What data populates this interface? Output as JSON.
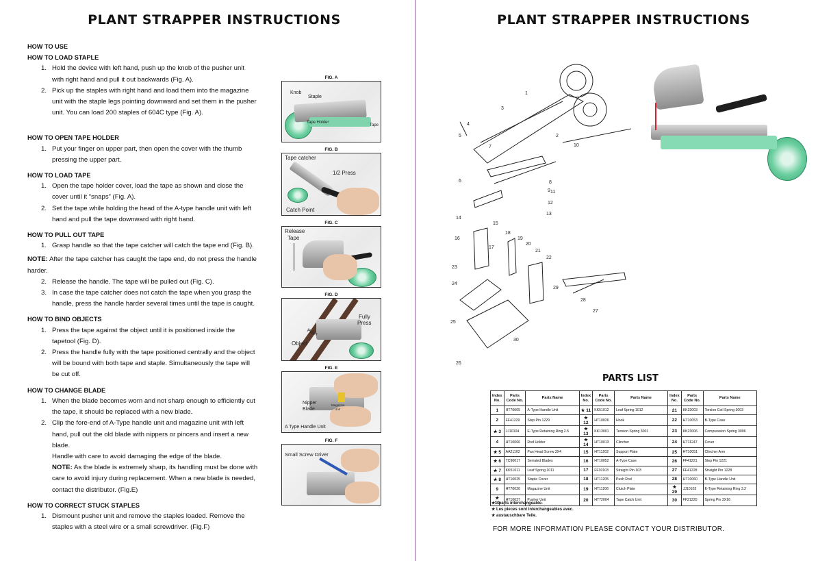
{
  "left_title": "PLANT STRAPPER INSTRUCTIONS",
  "right_title": "PLANT STRAPPER INSTRUCTIONS",
  "how_to_use": "HOW TO USE",
  "sections": {
    "load_staple": {
      "heading": "HOW TO LOAD STAPLE",
      "items": [
        {
          "num": "1.",
          "lines": [
            "Hold the device with left hand, push up the knob of the pusher unit",
            "with right hand and pull it out backwards (Fig. A)."
          ]
        },
        {
          "num": "2.",
          "lines": [
            "Pick up the staples with right hand and load them into the magazine",
            "unit with the staple legs pointing downward and set them in the pusher",
            "unit. You can load 200 staples of 604C type  (Fig. A)."
          ]
        }
      ]
    },
    "open_tape_holder": {
      "heading": "HOW TO OPEN TAPE HOLDER",
      "items": [
        {
          "num": "1.",
          "lines": [
            "Put your finger on upper part, then open the cover with the thumb",
            "pressing the upper part."
          ]
        }
      ]
    },
    "load_tape": {
      "heading": "HOW TO LOAD TAPE",
      "items": [
        {
          "num": "1.",
          "lines": [
            "Open the tape holder cover, load the tape as shown and close the",
            "cover until it “snaps” (Fig. A)."
          ]
        },
        {
          "num": "2.",
          "lines": [
            "Set the tape while holding the head of the A-type handle unit with left",
            "hand and pull the tape downward with right hand."
          ]
        }
      ]
    },
    "pull_out_tape": {
      "heading": "HOW TO PULL OUT TAPE",
      "items": [
        {
          "num": "1.",
          "lines": [
            "Grasp handle so that the tape catcher will catch the tape end (Fig. B)."
          ]
        }
      ],
      "note_label": "NOTE:",
      "note_lines": [
        " After the tape catcher has caught the tape end, do not press the handle",
        "harder."
      ],
      "items_after": [
        {
          "num": "2.",
          "lines": [
            "Release the handle. The tape will be pulled out (Fig. C)."
          ]
        },
        {
          "num": "3.",
          "lines": [
            "In case the tape catcher does not catch the tape when you grasp the",
            "handle, press the handle harder several times until the tape is caught."
          ]
        }
      ]
    },
    "bind_objects": {
      "heading": "HOW TO BIND OBJECTS",
      "items": [
        {
          "num": "1.",
          "lines": [
            "Press the tape against the object until it is positioned inside the",
            "tapetool (Fig. D)."
          ]
        },
        {
          "num": "2.",
          "lines": [
            "Press the handle fully with the tape positioned centrally and the object",
            "will be bound with both tape and staple. Simultaneously the tape will",
            "be cut off."
          ]
        }
      ]
    },
    "change_blade": {
      "heading": "HOW TO CHANGE BLADE",
      "items": [
        {
          "num": "1.",
          "lines": [
            "When the blade becomes worn and not sharp enough to efficiently cut",
            "the tape, it should be replaced with a new blade."
          ]
        },
        {
          "num": "2.",
          "lines": [
            "Clip the fore-end of A-Type handle unit and magazine unit with left",
            "hand, pull out the old blade with nippers or pincers and insert a new",
            "blade."
          ]
        }
      ],
      "extra_line": "Handle with care to avoid damaging the edge of the blade.",
      "note_label": "NOTE:",
      "note_lines": [
        " As the blade is extremely sharp, its handling must be done with",
        "care to avoid injury during replacement. When a new blade is needed,",
        "contact the distributor. (Fig.E)"
      ]
    },
    "stuck_staples": {
      "heading": "HOW TO CORRECT STUCK STAPLES",
      "items": [
        {
          "num": "1.",
          "lines": [
            "Dismount pusher unit and remove the staples loaded. Remove the",
            "staples with a steel wire or a small screwdriver. (Fig.F)"
          ]
        }
      ]
    }
  },
  "figures": {
    "a": {
      "label": "FIG. A",
      "tags": [
        "Knob",
        "Staple",
        "Tape Holder",
        "Tape"
      ]
    },
    "b": {
      "label": "FIG. B",
      "tags": [
        "Tape catcher",
        "1/2 Press",
        "Catch Point"
      ]
    },
    "c": {
      "label": "FIG. C",
      "tags": [
        "Release",
        "Tape"
      ]
    },
    "d": {
      "label": "FIG. D",
      "tags": [
        "Fully",
        "Press",
        "Push",
        "Object"
      ]
    },
    "e": {
      "label": "FIG. E",
      "tags": [
        "Nipper",
        "Blade",
        "Magazine",
        "Unit",
        "A Type Handle Unit"
      ]
    },
    "f": {
      "label": "FIG. F",
      "tags": [
        "Small Screw Driver"
      ]
    }
  },
  "diagram_numbers": [
    "1",
    "2",
    "3",
    "4",
    "5",
    "6",
    "7",
    "8",
    "9",
    "10",
    "11",
    "12",
    "13",
    "14",
    "15",
    "16",
    "17",
    "18",
    "19",
    "20",
    "21",
    "22",
    "23",
    "24",
    "25",
    "26",
    "27",
    "28",
    "29",
    "30"
  ],
  "parts_list": {
    "title": "PARTS LIST",
    "headers": [
      "Index No.",
      "Parts Code No.",
      "Parts Name",
      "Index No.",
      "Parts Code No.",
      "Parts Name",
      "Index No.",
      "Parts Code No.",
      "Parts Name"
    ],
    "rows": [
      [
        [
          "1",
          "HT70005",
          "A-Type Handle Unit"
        ],
        [
          "★ 11",
          "KK51012",
          "Leaf Spring 1012"
        ],
        [
          "21",
          "KK33003",
          "Torsion Coil Spring 3003"
        ]
      ],
      [
        [
          "2",
          "FF41229",
          "Step Pin 1229"
        ],
        [
          "★ 12",
          "HT10026",
          "Hook"
        ],
        [
          "22",
          "HT10053",
          "B-Type Case"
        ]
      ],
      [
        [
          "★ 3",
          "JJ10104",
          "E-Type Retaining Ring 2.5"
        ],
        [
          "★ 13",
          "KK13001",
          "Tension Spring 3001"
        ],
        [
          "23",
          "KK23006",
          "Compression Spring 3006"
        ]
      ],
      [
        [
          "4",
          "HT10066",
          "Rod Holder"
        ],
        [
          "★ 14",
          "HT10013",
          "Clincher"
        ],
        [
          "24",
          "HT11247",
          "Cover"
        ]
      ],
      [
        [
          "★ 5",
          "AA21102",
          "Pan Head Screw 3X4"
        ],
        [
          "15",
          "HT11202",
          "Support Plate"
        ],
        [
          "25",
          "HT10051",
          "Clincher Arm"
        ]
      ],
      [
        [
          "★ 6",
          "TC90017",
          "Serrated Blades"
        ],
        [
          "16",
          "HT10052",
          "A-Type Case"
        ],
        [
          "26",
          "FF41221",
          "Step Pin 1221"
        ]
      ],
      [
        [
          "★ 7",
          "KK51011",
          "Leaf Spring 1011"
        ],
        [
          "17",
          "FF30103",
          "Straight Pin 103"
        ],
        [
          "27",
          "FF41228",
          "Straight Pin 1228"
        ]
      ],
      [
        [
          "★ 8",
          "HT10025",
          "Staple Cover"
        ],
        [
          "18",
          "HT11205",
          "Push Rod"
        ],
        [
          "28",
          "HT10060",
          "B-Type Handle Unit"
        ]
      ],
      [
        [
          "9",
          "HT70020",
          "Magazine Unit"
        ],
        [
          "19",
          "HT11206",
          "Clutch Plate"
        ],
        [
          "★ 29",
          "JJ10103",
          "E-Type Retaining Ring 3.2"
        ]
      ],
      [
        [
          "★ 10",
          "HT10027",
          "Pusher Unit"
        ],
        [
          "20",
          "HT72004",
          "Tape Catch Unit"
        ],
        [
          "30",
          "FF21220",
          "Spring Pin 3X16"
        ]
      ]
    ],
    "star_notes": [
      "★ : parts interchangeable.",
      "★  Les pieces sont interchangeables avec.",
      "★  austauschbare Teile."
    ]
  },
  "contact": "FOR MORE INFORMATION PLEASE CONTACT YOUR DISTRIBUTOR.",
  "colors": {
    "divider": "#c9a6d3",
    "tape_green": "#6ccfa0",
    "handle_black": "#1e1e1e"
  }
}
